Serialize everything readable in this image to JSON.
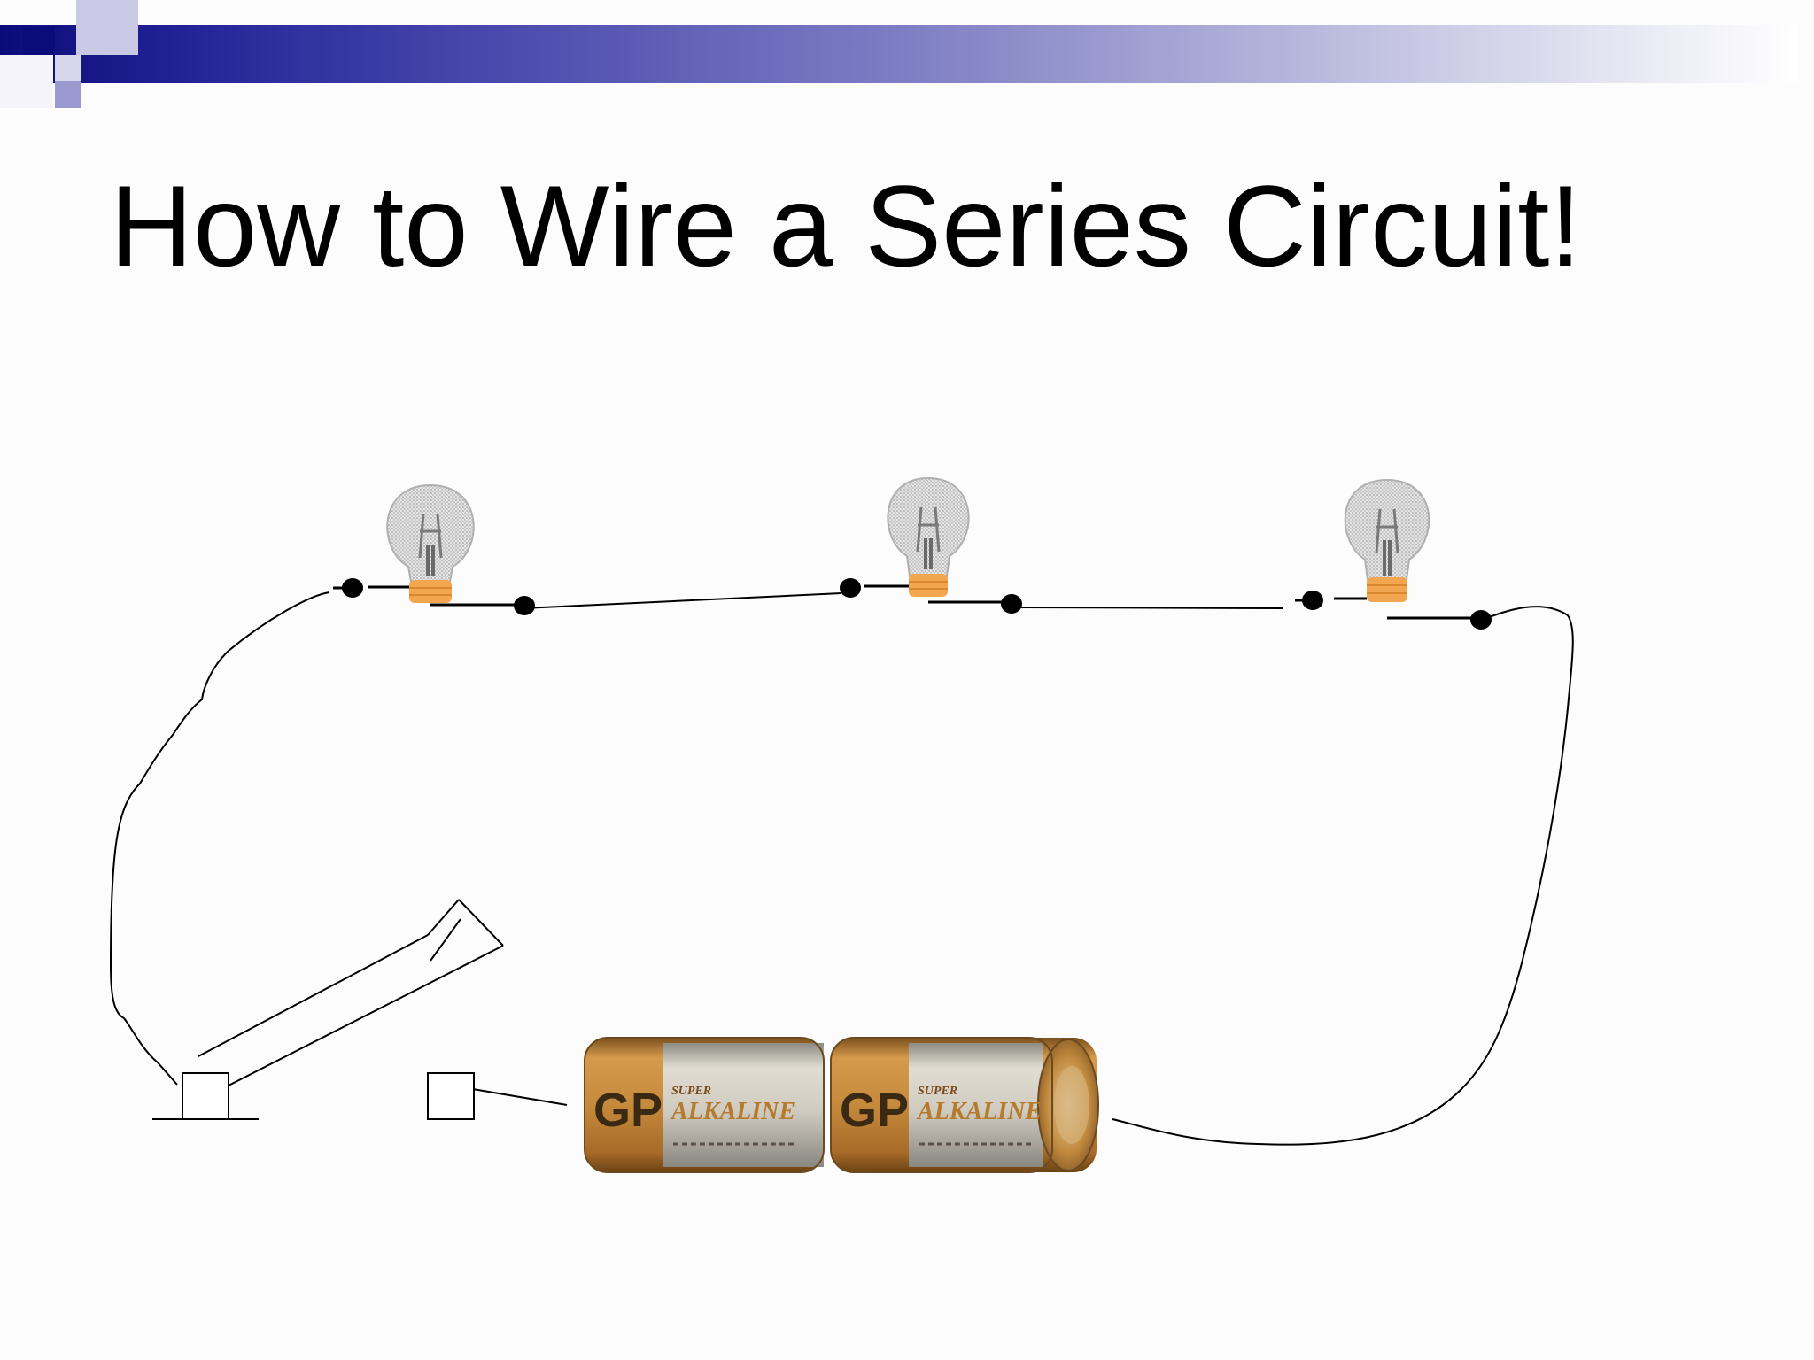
{
  "slide": {
    "title": "How to Wire a Series Circuit!"
  },
  "colors": {
    "band_start": "#0b0b7a",
    "band_end": "#ffffff",
    "bulb_base": "#f2a650",
    "battery_gold": "#c68a3c",
    "battery_silver": "#c9c6bd",
    "wire": "#000000"
  },
  "diagram": {
    "bulbs": [
      {
        "name": "bulb-1"
      },
      {
        "name": "bulb-2"
      },
      {
        "name": "bulb-3"
      }
    ],
    "batteries": [
      {
        "brand": "GP",
        "line1": "SUPER",
        "line2": "ALKALINE"
      },
      {
        "brand": "GP",
        "line1": "SUPER",
        "line2": "ALKALINE"
      }
    ],
    "switch": {
      "state": "open"
    }
  }
}
